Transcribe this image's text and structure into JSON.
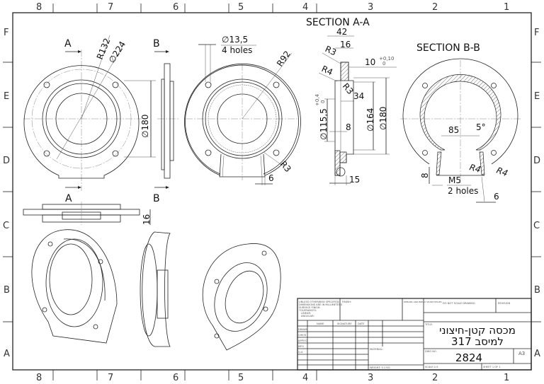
{
  "sheet": {
    "columns": [
      "8",
      "7",
      "6",
      "5",
      "4",
      "3",
      "2",
      "1"
    ],
    "rows": [
      "F",
      "E",
      "D",
      "C",
      "B",
      "A"
    ]
  },
  "views": {
    "front": {
      "cut_a": "A",
      "cut_b": "B",
      "dims": [
        "R132",
        "∅224",
        "∅180"
      ]
    },
    "rear": {
      "hole_dia": "∅13,5",
      "hole_count": "4 holes",
      "r92": "R92",
      "r3": "R3",
      "w6": "6"
    },
    "section_aa": {
      "title": "SECTION A-A",
      "d42": "42",
      "d16": "16",
      "r3a": "R3",
      "r4": "R4",
      "r3b": "R3",
      "d10": "10",
      "tol10_up": "+0,10",
      "tol10_low": "0",
      "d34": "34",
      "d115": "∅115,5",
      "tol115_up": "+0,4",
      "tol115_low": "0",
      "d8": "8",
      "d164": "∅164",
      "d180": "∅180",
      "d15": "15"
    },
    "section_bb": {
      "title": "SECTION B-B",
      "d85": "85",
      "angle": "5°",
      "r4a": "R4",
      "r4b": "R4",
      "d8": "8",
      "thread": "M5",
      "thread_count": "2 holes",
      "d6": "6"
    },
    "top": {
      "cut_a": "A",
      "cut_b": "B",
      "d16": "16"
    }
  },
  "title_block": {
    "notes": [
      "UNLESS OTHERWISE SPECIFIED:",
      "DIMENSIONS ARE IN MILLIMETERS",
      "SURFACE FINISH:",
      "TOLERANCES:",
      "LINEAR:",
      "ANGULAR:"
    ],
    "finish_label": "FINISH:",
    "deburr_label": "DEBURR AND BREAK SHARP EDGES",
    "no_scale": "DO NOT SCALE DRAWING",
    "revision": "REVISION",
    "header_cols": [
      "NAME",
      "SIGNATURE",
      "DATE"
    ],
    "role_rows": [
      "DRAWN",
      "CHK'D",
      "APPV'D",
      "MFG",
      "Q.A"
    ],
    "title_label": "TITLE:",
    "title_line1": "מכסה קטן-חיצוני",
    "title_line2": "למיסב 317",
    "material_label": "MATERIAL:",
    "weight_label": "WEIGHT: 0.1 KG",
    "dwg_label": "DWG NO.",
    "dwg_no": "2824",
    "size": "A3",
    "scale_label": "SCALE:1:5",
    "sheet_label": "SHEET 1 OF 1"
  }
}
